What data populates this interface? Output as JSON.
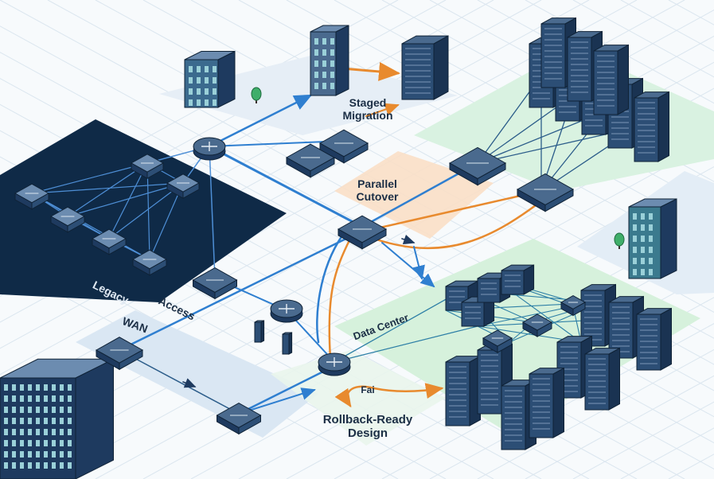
{
  "labels": {
    "staged_migration": [
      "Staged",
      "Migration"
    ],
    "parallel_cutover": [
      "Parallel",
      "Cutover"
    ],
    "legacy": "Legacy",
    "access": "Access",
    "wan": "WAN",
    "data_center": "Data Center",
    "fail": "Fai",
    "rollback_ready": [
      "Rollback-Ready",
      "Design"
    ]
  },
  "colors": {
    "background": "#f7fafc",
    "legacy_zone": "#0f2a47",
    "green_zone": "#d9f2e1",
    "blue_zone": "#e3edf6",
    "peach_zone": "#f9dfc6",
    "device_dark": "#1e3a5f",
    "device_mid": "#3b5f86",
    "link_blue": "#2f7fd0",
    "link_orange": "#e88a2e",
    "label_text": "#1b2e45"
  },
  "icons": {
    "router": "router-icon",
    "switch": "switch-icon",
    "server_rack": "server-rack-icon",
    "building": "building-icon",
    "tree": "tree-icon",
    "arrow": "arrow-icon"
  }
}
